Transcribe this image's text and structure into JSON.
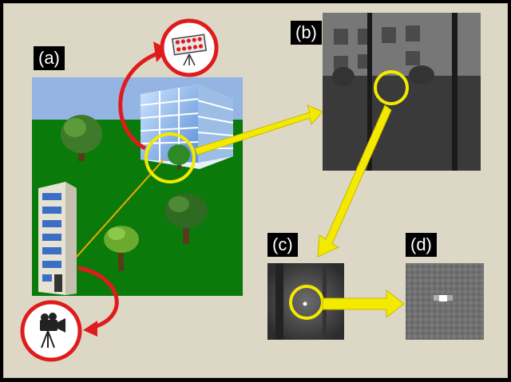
{
  "panels": {
    "a": {
      "label": "(a)"
    },
    "b": {
      "label": "(b)"
    },
    "c": {
      "label": "(c)"
    },
    "d": {
      "label": "(d)"
    }
  },
  "colors": {
    "background": "#ddd8c6",
    "sky": "#94b4e4",
    "grass": "#0a7a0a",
    "circle_red": "#e01b1b",
    "highlight_yellow": "#f4ea00",
    "line_orange": "#f0a800"
  },
  "icons": [
    "tree-icon",
    "office-building-icon",
    "tower-building-icon",
    "led-panel-transmitter-icon",
    "camera-receiver-icon"
  ]
}
